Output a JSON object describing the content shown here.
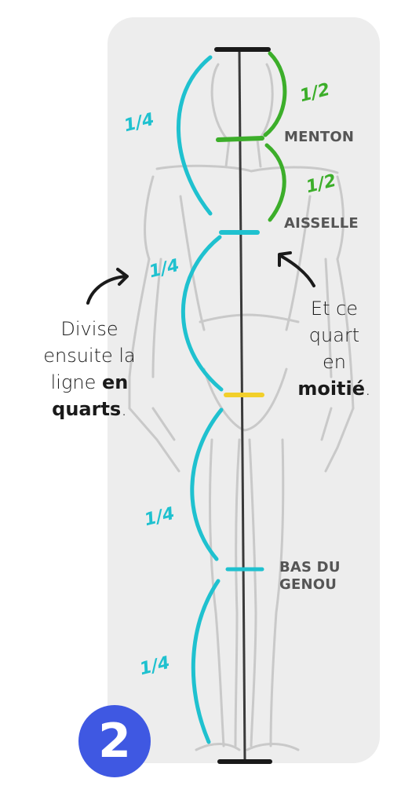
{
  "landmarks": {
    "chin": "MENTON",
    "armpit": "AISSELLE",
    "knee_line1": "BAS DU",
    "knee_line2": "GENOU"
  },
  "fractions": {
    "quarter": "1/4",
    "half": "1/2"
  },
  "note_left": {
    "line1": "Divise",
    "line2": "ensuite la",
    "line3_pre": "ligne",
    "line3_bold": "en",
    "line4_bold": "quarts",
    "line4_post": "."
  },
  "note_right": {
    "line1": "Et ce",
    "line2": "quart",
    "line3": "en",
    "line4_bold": "moitié",
    "line4_post": "."
  },
  "step_number": "2",
  "colors": {
    "quarter": "#1fc1cf",
    "half": "#3cae2a",
    "midpoint": "#f2cf2a",
    "badge": "#3f58e2",
    "panel": "#ededed"
  }
}
